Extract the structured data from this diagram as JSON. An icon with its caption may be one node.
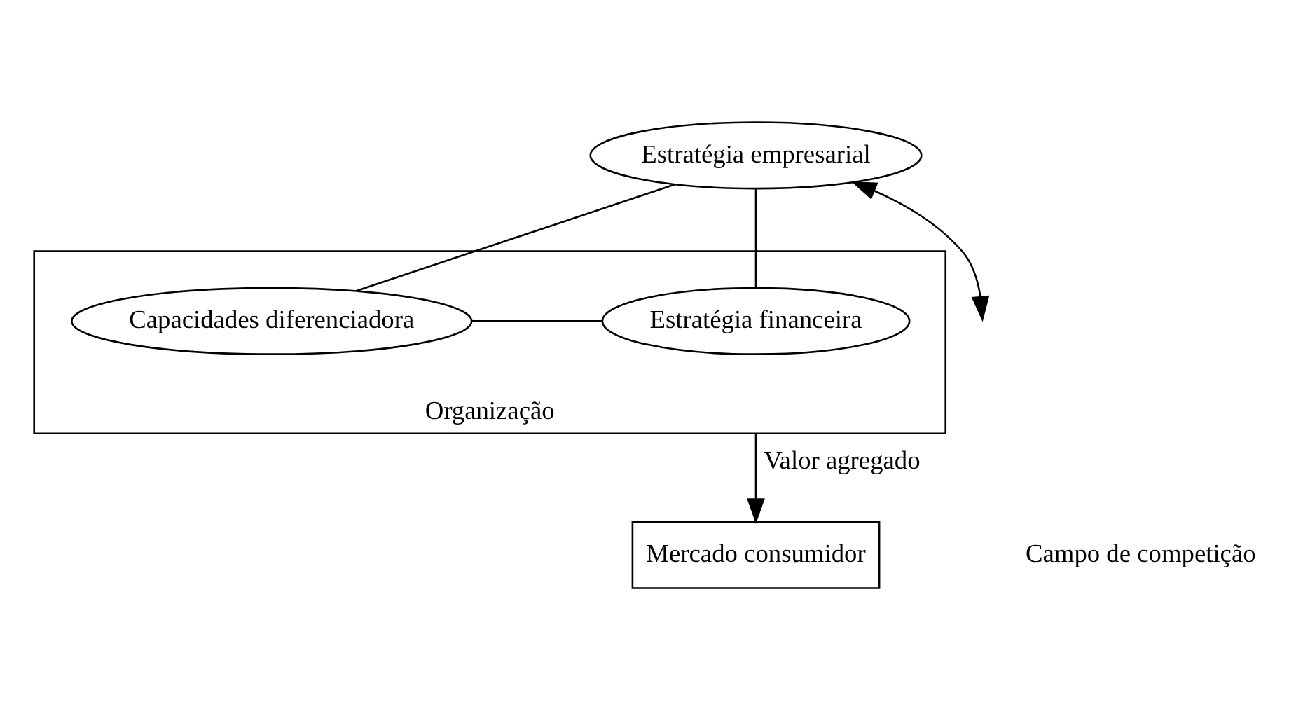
{
  "diagram": {
    "nodes": [
      {
        "text": [
          "Estratégia empresarial"
        ]
      },
      {
        "text": [
          "Organização"
        ]
      },
      {
        "text": [
          "Capacidades diferenciadora"
        ],
        "in": 1
      },
      {
        "text": [
          "Estratégia financeira"
        ],
        "in": 1
      },
      {
        "text": [
          "Mercado consumidor"
        ]
      }
    ],
    "edges": [
      {
        "from": 0,
        "to": 2,
        "arrow": "none"
      },
      {
        "from": 0,
        "to": 3,
        "arrow": "none"
      },
      {
        "from": 2,
        "to": 3,
        "arrow": "none"
      },
      {
        "from": 1,
        "to": 4,
        "arrow": "to",
        "label": "Valor agregado"
      },
      {
        "from": 0,
        "to": null,
        "arrow": "both"
      }
    ],
    "labels": [
      "Campo de competição"
    ]
  }
}
